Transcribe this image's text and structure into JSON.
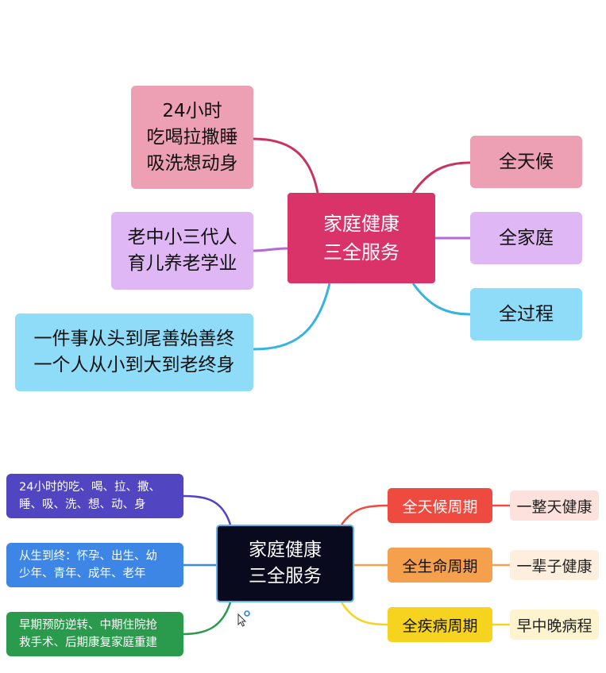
{
  "top_map": {
    "center": {
      "line1": "家庭健康",
      "line2": "三全服务",
      "color": "#d9336a"
    },
    "left": [
      {
        "lines": [
          "24小时",
          "吃喝拉撒睡",
          "吸洗想动身"
        ],
        "color": "#ed9fb3"
      },
      {
        "lines": [
          "老中小三代人",
          "育儿养老学业"
        ],
        "color": "#e0b7f5"
      },
      {
        "lines": [
          "一件事从头到尾善始善终",
          "一个人从小到大到老终身"
        ],
        "color": "#8fdcf8"
      }
    ],
    "right": [
      {
        "label": "全天候",
        "color": "#ed9fb3"
      },
      {
        "label": "全家庭",
        "color": "#e0b7f5"
      },
      {
        "label": "全过程",
        "color": "#8fdcf8"
      }
    ],
    "link_colors": [
      "#c9335f",
      "#b36ad6",
      "#36b3e0"
    ]
  },
  "bottom_map": {
    "center": {
      "line1": "家庭健康",
      "line2": "三全服务",
      "color": "#0a0a1e",
      "border": "#5fb4e6"
    },
    "left": [
      {
        "lines": [
          "24小时的吃、喝、拉、撒、",
          "睡、吸、洗、想、动、身"
        ],
        "color": "#5145c2"
      },
      {
        "lines": [
          "从生到终：怀孕、出生、幼",
          "少年、青年、成年、老年"
        ],
        "color": "#3d86e6"
      },
      {
        "lines": [
          "早期预防逆转、中期住院抢",
          "救手术、后期康复家庭重建"
        ],
        "color": "#2a9b4c"
      }
    ],
    "middle": [
      {
        "label": "全天候周期",
        "color": "#ef4a40"
      },
      {
        "label": "全生命周期",
        "color": "#f5a04c"
      },
      {
        "label": "全疾病周期",
        "color": "#f5d31f"
      }
    ],
    "right": [
      {
        "label": "一整天健康",
        "color": "#fde1dd"
      },
      {
        "label": "一辈子健康",
        "color": "#fdeedd"
      },
      {
        "label": "早中晚病程",
        "color": "#fdf4cf"
      }
    ],
    "cursor_icon": "mouse-pointer-icon"
  }
}
